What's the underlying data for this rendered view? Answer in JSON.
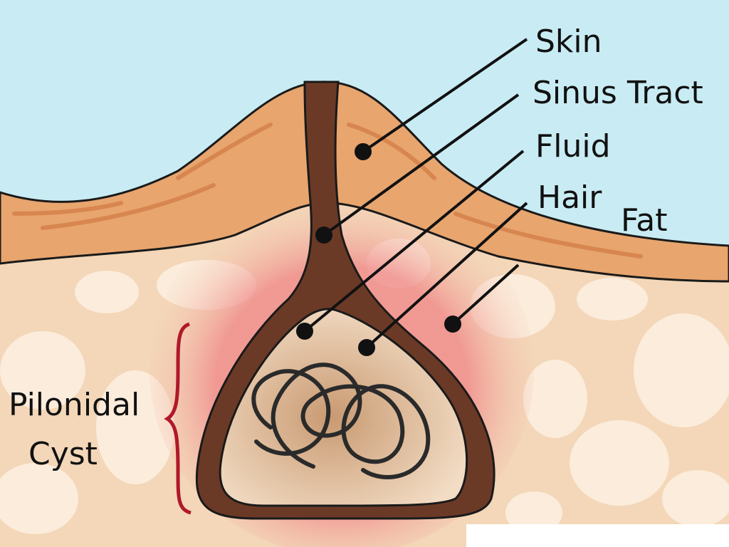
{
  "labels": {
    "skin": "Skin",
    "sinus_tract": "Sinus Tract",
    "fluid": "Fluid",
    "hair": "Hair",
    "fat": "Fat",
    "cyst_line1": "Pilonidal",
    "cyst_line2": "Cyst"
  },
  "colors": {
    "sky": "#c9ecf4",
    "skin": "#e8a56e",
    "fat": "#f5dcc0",
    "tract": "#6b3a26",
    "bracket": "#b0182a"
  }
}
